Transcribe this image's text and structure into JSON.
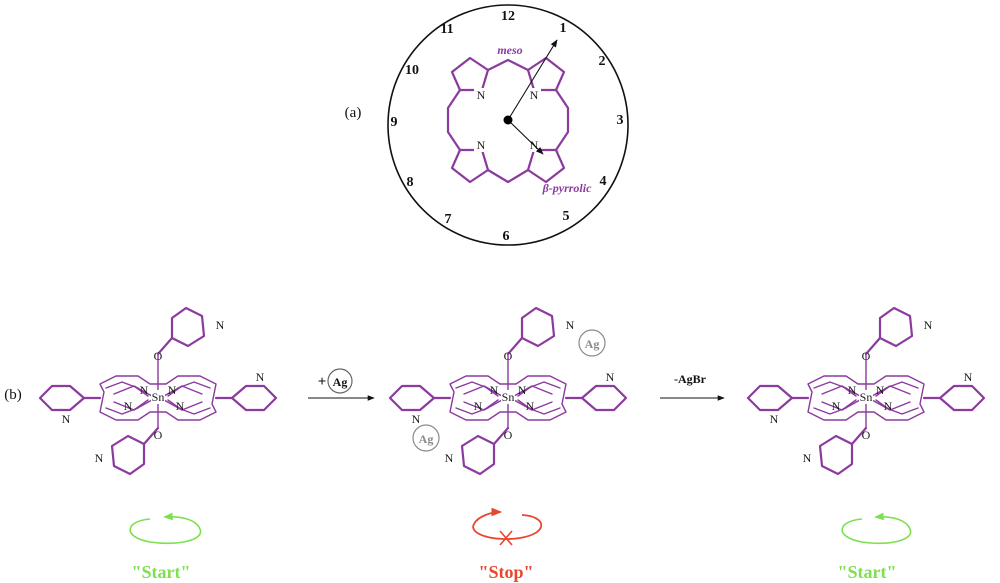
{
  "panel_a_label": "(a)",
  "panel_b_label": "(b)",
  "clock_numbers": [
    "12",
    "1",
    "2",
    "3",
    "4",
    "5",
    "6",
    "7",
    "8",
    "9",
    "10",
    "11"
  ],
  "meso_label": "meso",
  "beta_label": "β-pyrrolic",
  "atoms": {
    "nitrogen": "N",
    "tin": "Sn",
    "oxygen": "O"
  },
  "silver_badge": "Ag",
  "step1": {
    "plus": "+",
    "reagent": "Ag"
  },
  "step2": {
    "reagent": "-AgBr"
  },
  "states": [
    {
      "label": "\"Start\"",
      "color": "#7ee04f"
    },
    {
      "label": "\"Stop\"",
      "color": "#e8472e"
    },
    {
      "label": "\"Start\"",
      "color": "#7ee04f"
    }
  ],
  "colors": {
    "molecule": "#8b3a9e",
    "badge": "#8a8a8a"
  }
}
